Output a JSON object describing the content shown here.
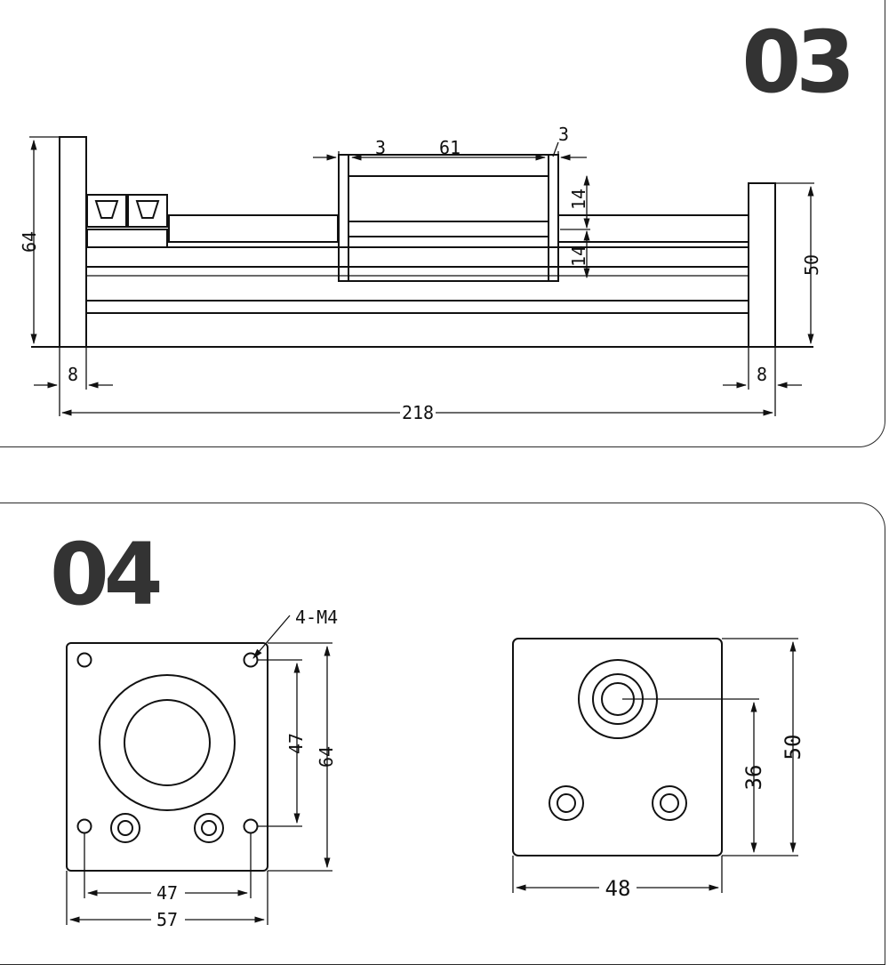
{
  "steps": {
    "top": "03",
    "bottom": "04"
  },
  "side_view": {
    "dims": {
      "height_left": "64",
      "height_right": "50",
      "carriage_margin_left": "3",
      "carriage_length": "61",
      "carriage_margin_right": "3",
      "rail_upper": "14",
      "rail_lower": "14",
      "end_left": "8",
      "end_right": "8",
      "total_length": "218"
    }
  },
  "motor_plate": {
    "hole_label": "4-M4",
    "dims": {
      "hole_spacing_v": "47",
      "height": "64",
      "hole_spacing_h": "47",
      "width": "57"
    }
  },
  "end_plate": {
    "dims": {
      "width": "48",
      "center_height": "36",
      "height": "50"
    }
  }
}
